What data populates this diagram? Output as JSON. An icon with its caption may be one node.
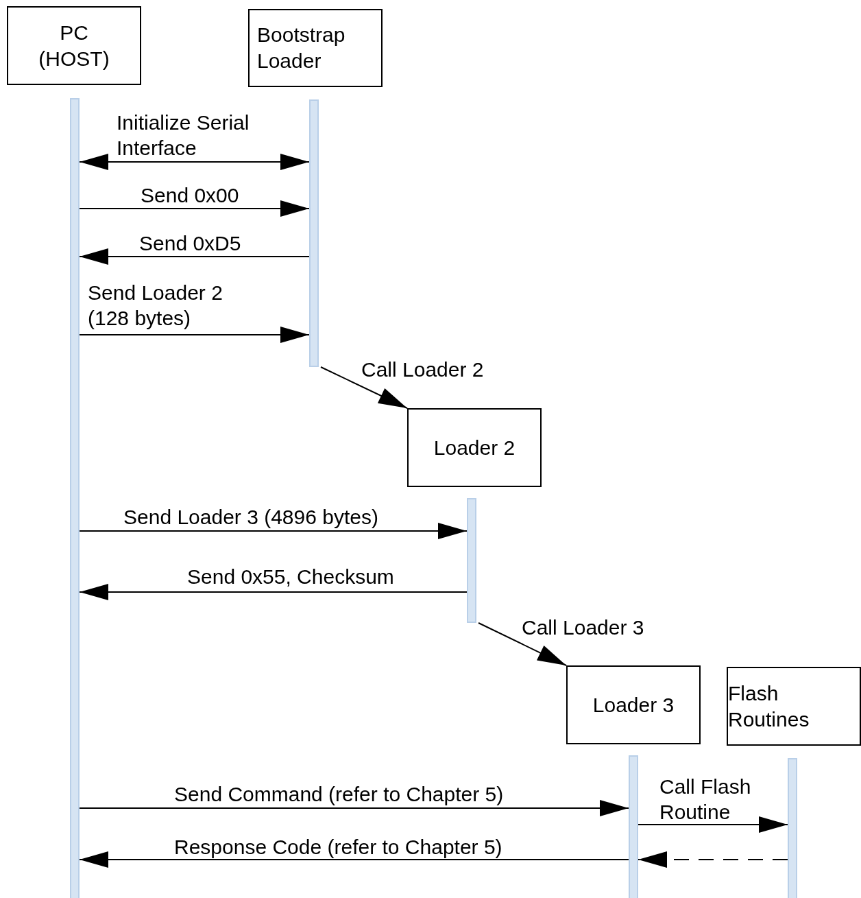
{
  "diagram": {
    "nodes": [
      {
        "text": [
          "PC (HOST)"
        ]
      },
      {
        "text": [
          "Bootstrap Loader"
        ]
      },
      {
        "text": [
          "Loader 2"
        ]
      },
      {
        "text": [
          "Loader 3"
        ]
      },
      {
        "text": [
          "Flash Routines"
        ]
      },
      {
        "text": [],
        "shape": "bar"
      },
      {
        "text": [],
        "shape": "bar"
      },
      {
        "text": [],
        "shape": "bar"
      },
      {
        "text": [],
        "shape": "bar"
      },
      {
        "text": [],
        "shape": "bar"
      }
    ],
    "edges": [
      {
        "from": 5,
        "to": 6,
        "arrow": "both",
        "label": "Initialize Serial Interface"
      },
      {
        "from": 5,
        "to": 6,
        "arrow": "to",
        "label": "Send 0x00"
      },
      {
        "from": 6,
        "to": 5,
        "arrow": "to",
        "label": "Send 0xD5"
      },
      {
        "from": 5,
        "to": 6,
        "arrow": "to",
        "label": "Send Loader 2 (128 bytes)"
      },
      {
        "from": 6,
        "to": 2,
        "arrow": "to",
        "label": "Call Loader 2"
      },
      {
        "from": 5,
        "to": 7,
        "arrow": "to",
        "label": "Send Loader 3 (4896 bytes)"
      },
      {
        "from": 7,
        "to": 5,
        "arrow": "to",
        "label": "Send 0x55, Checksum"
      },
      {
        "from": 7,
        "to": 3,
        "arrow": "to",
        "label": "Call Loader 3"
      },
      {
        "from": 5,
        "to": 8,
        "arrow": "to",
        "label": "Send Command (refer to Chapter 5)"
      },
      {
        "from": 8,
        "to": 9,
        "arrow": "to",
        "label": "Call Flash Routine"
      },
      {
        "from": 9,
        "to": 8,
        "arrow": "to",
        "style": "dashed"
      },
      {
        "from": 8,
        "to": 5,
        "arrow": "to",
        "label": "Response Code (refer to Chapter 5)"
      }
    ]
  }
}
